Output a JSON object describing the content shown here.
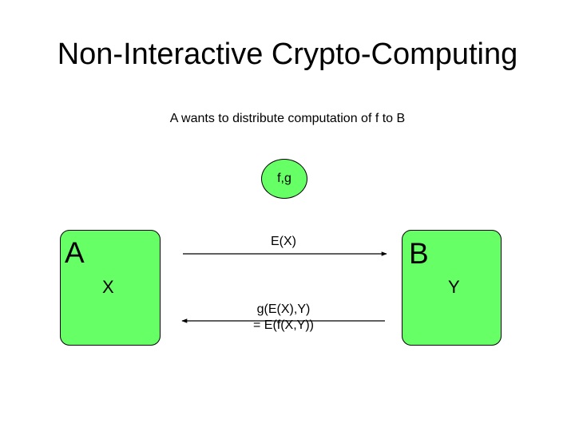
{
  "title": "Non-Interactive Crypto-Computing",
  "subtitle": "A wants to distribute computation of f to B",
  "colors": {
    "party_fill": "#66ff66",
    "function_fill": "#66ff66",
    "background": "#ffffff",
    "stroke": "#000000"
  },
  "function_node": {
    "label": "f,g"
  },
  "party_a": {
    "label": "A",
    "variable": "X"
  },
  "party_b": {
    "label": "B",
    "variable": "Y"
  },
  "messages": {
    "forward": {
      "label": "E(X)"
    },
    "backward": {
      "line1": "g(E(X),Y)",
      "line2": "= E(f(X,Y))"
    }
  }
}
